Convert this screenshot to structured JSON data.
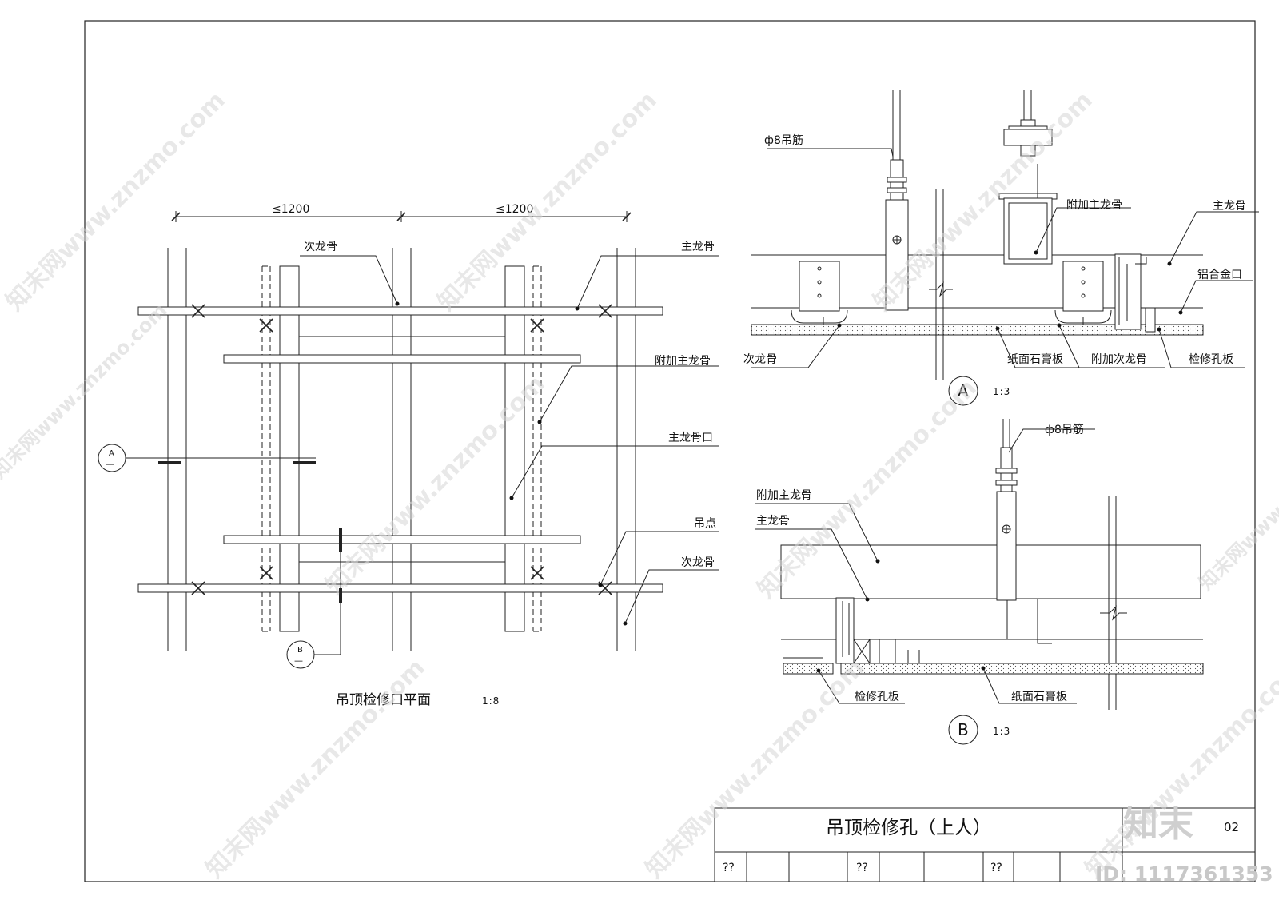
{
  "plan": {
    "dim_left": "≤1200",
    "dim_right": "≤1200",
    "label_secondary_top": "次龙骨",
    "label_main_top": "主龙骨",
    "label_added_main": "附加主龙骨",
    "label_main_opening": "主龙骨口",
    "label_hang_point": "吊点",
    "label_secondary_bottom": "次龙骨",
    "marker_a": "A",
    "marker_b": "B",
    "marker_line": "—",
    "title": "吊顶检修口平面",
    "scale": "1:8"
  },
  "section_a": {
    "label_rod": "ф8吊筋",
    "label_added_main": "附加主龙骨",
    "label_main": "主龙骨",
    "label_alu_edge": "铝合金口",
    "label_secondary": "次龙骨",
    "label_gypsum": "纸面石膏板",
    "label_added_secondary": "附加次龙骨",
    "label_access_panel": "检修孔板",
    "marker": "A",
    "scale": "1:3"
  },
  "section_b": {
    "label_rod": "ф8吊筋",
    "label_added_main": "附加主龙骨",
    "label_main": "主龙骨",
    "label_access_panel": "检修孔板",
    "label_gypsum": "纸面石膏板",
    "marker": "B",
    "scale": "1:3"
  },
  "title_block": {
    "title": "吊顶检修孔（上人）",
    "sheet_no": "02",
    "cell1": "??",
    "cell2": "??",
    "cell3": "??"
  },
  "watermark": {
    "text": "知末网www.znzmo.com",
    "brand": "知末",
    "id": "ID: 1117361353"
  }
}
